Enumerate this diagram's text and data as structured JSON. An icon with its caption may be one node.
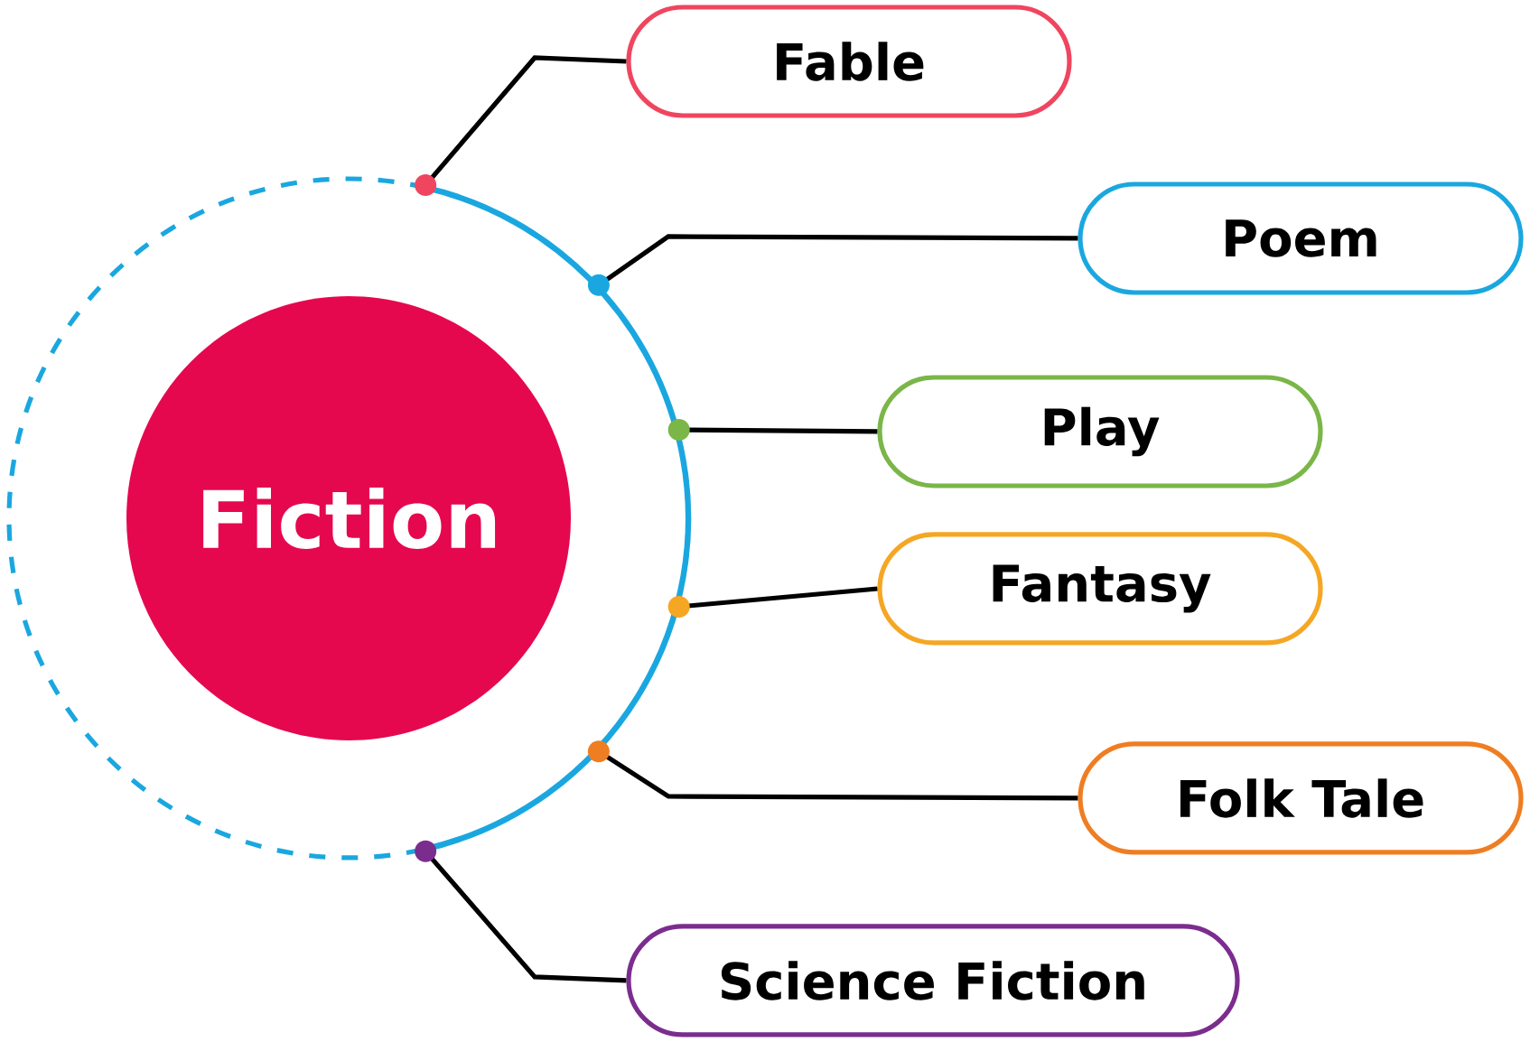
{
  "diagram": {
    "nodes": [
      {
        "text": [],
        "shape": "circle"
      },
      {
        "text": [
          "Fiction"
        ],
        "in": 0
      },
      {
        "text": [
          "Fable"
        ]
      },
      {
        "text": [
          "Poem"
        ]
      },
      {
        "text": [
          "Play"
        ]
      },
      {
        "text": [
          "Fantasy"
        ]
      },
      {
        "text": [
          "Folk Tale"
        ]
      },
      {
        "text": [
          "Science Fiction"
        ]
      }
    ],
    "edges": [
      {
        "from": 0,
        "to": 2,
        "arrow": "other"
      },
      {
        "from": 0,
        "to": 3,
        "arrow": "other"
      },
      {
        "from": 0,
        "to": 4,
        "arrow": "other"
      },
      {
        "from": 0,
        "to": 5,
        "arrow": "other"
      },
      {
        "from": 0,
        "to": 6,
        "arrow": "other"
      },
      {
        "from": 0,
        "to": 7,
        "arrow": "other"
      }
    ]
  }
}
